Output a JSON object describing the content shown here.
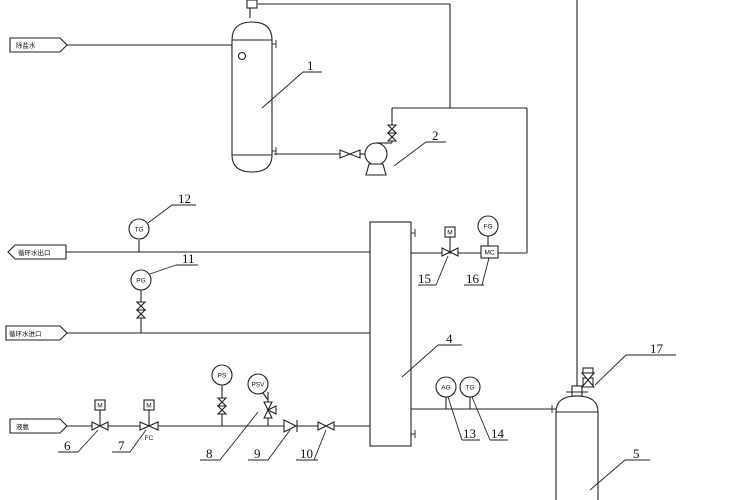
{
  "streams": {
    "soft_water": "除盐水",
    "circ_outlet": "循环水出口",
    "circ_inlet": "循环水进口",
    "liquid_ammonia": "液氨"
  },
  "callouts": [
    "1",
    "2",
    "4",
    "5",
    "6",
    "7",
    "8",
    "9",
    "10",
    "11",
    "12",
    "13",
    "14",
    "15",
    "16",
    "17"
  ],
  "instruments": {
    "tg12": "TG",
    "pg11": "PG",
    "ag13": "AG",
    "tg14": "TG",
    "ps8": "PS",
    "psv8": "PSV",
    "fg16": "FG",
    "m15": "M",
    "m6": "M",
    "m7": "M",
    "mc16": "MC",
    "fc7": "FC"
  }
}
